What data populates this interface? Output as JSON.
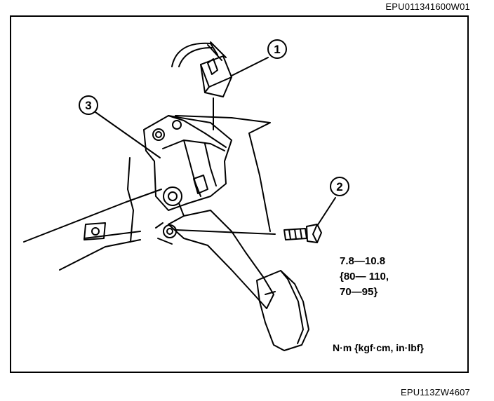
{
  "figure_codes": {
    "top": "EPU011341600W01",
    "bottom": "EPU113ZW4607"
  },
  "callouts": [
    {
      "number": "1"
    },
    {
      "number": "2"
    },
    {
      "number": "3"
    }
  ],
  "torque_spec": {
    "line1": "7.8—10.8",
    "line2": "{80— 110,",
    "line3": "70—95}"
  },
  "units_note": "N·m {kgf·cm, in·lbf}"
}
